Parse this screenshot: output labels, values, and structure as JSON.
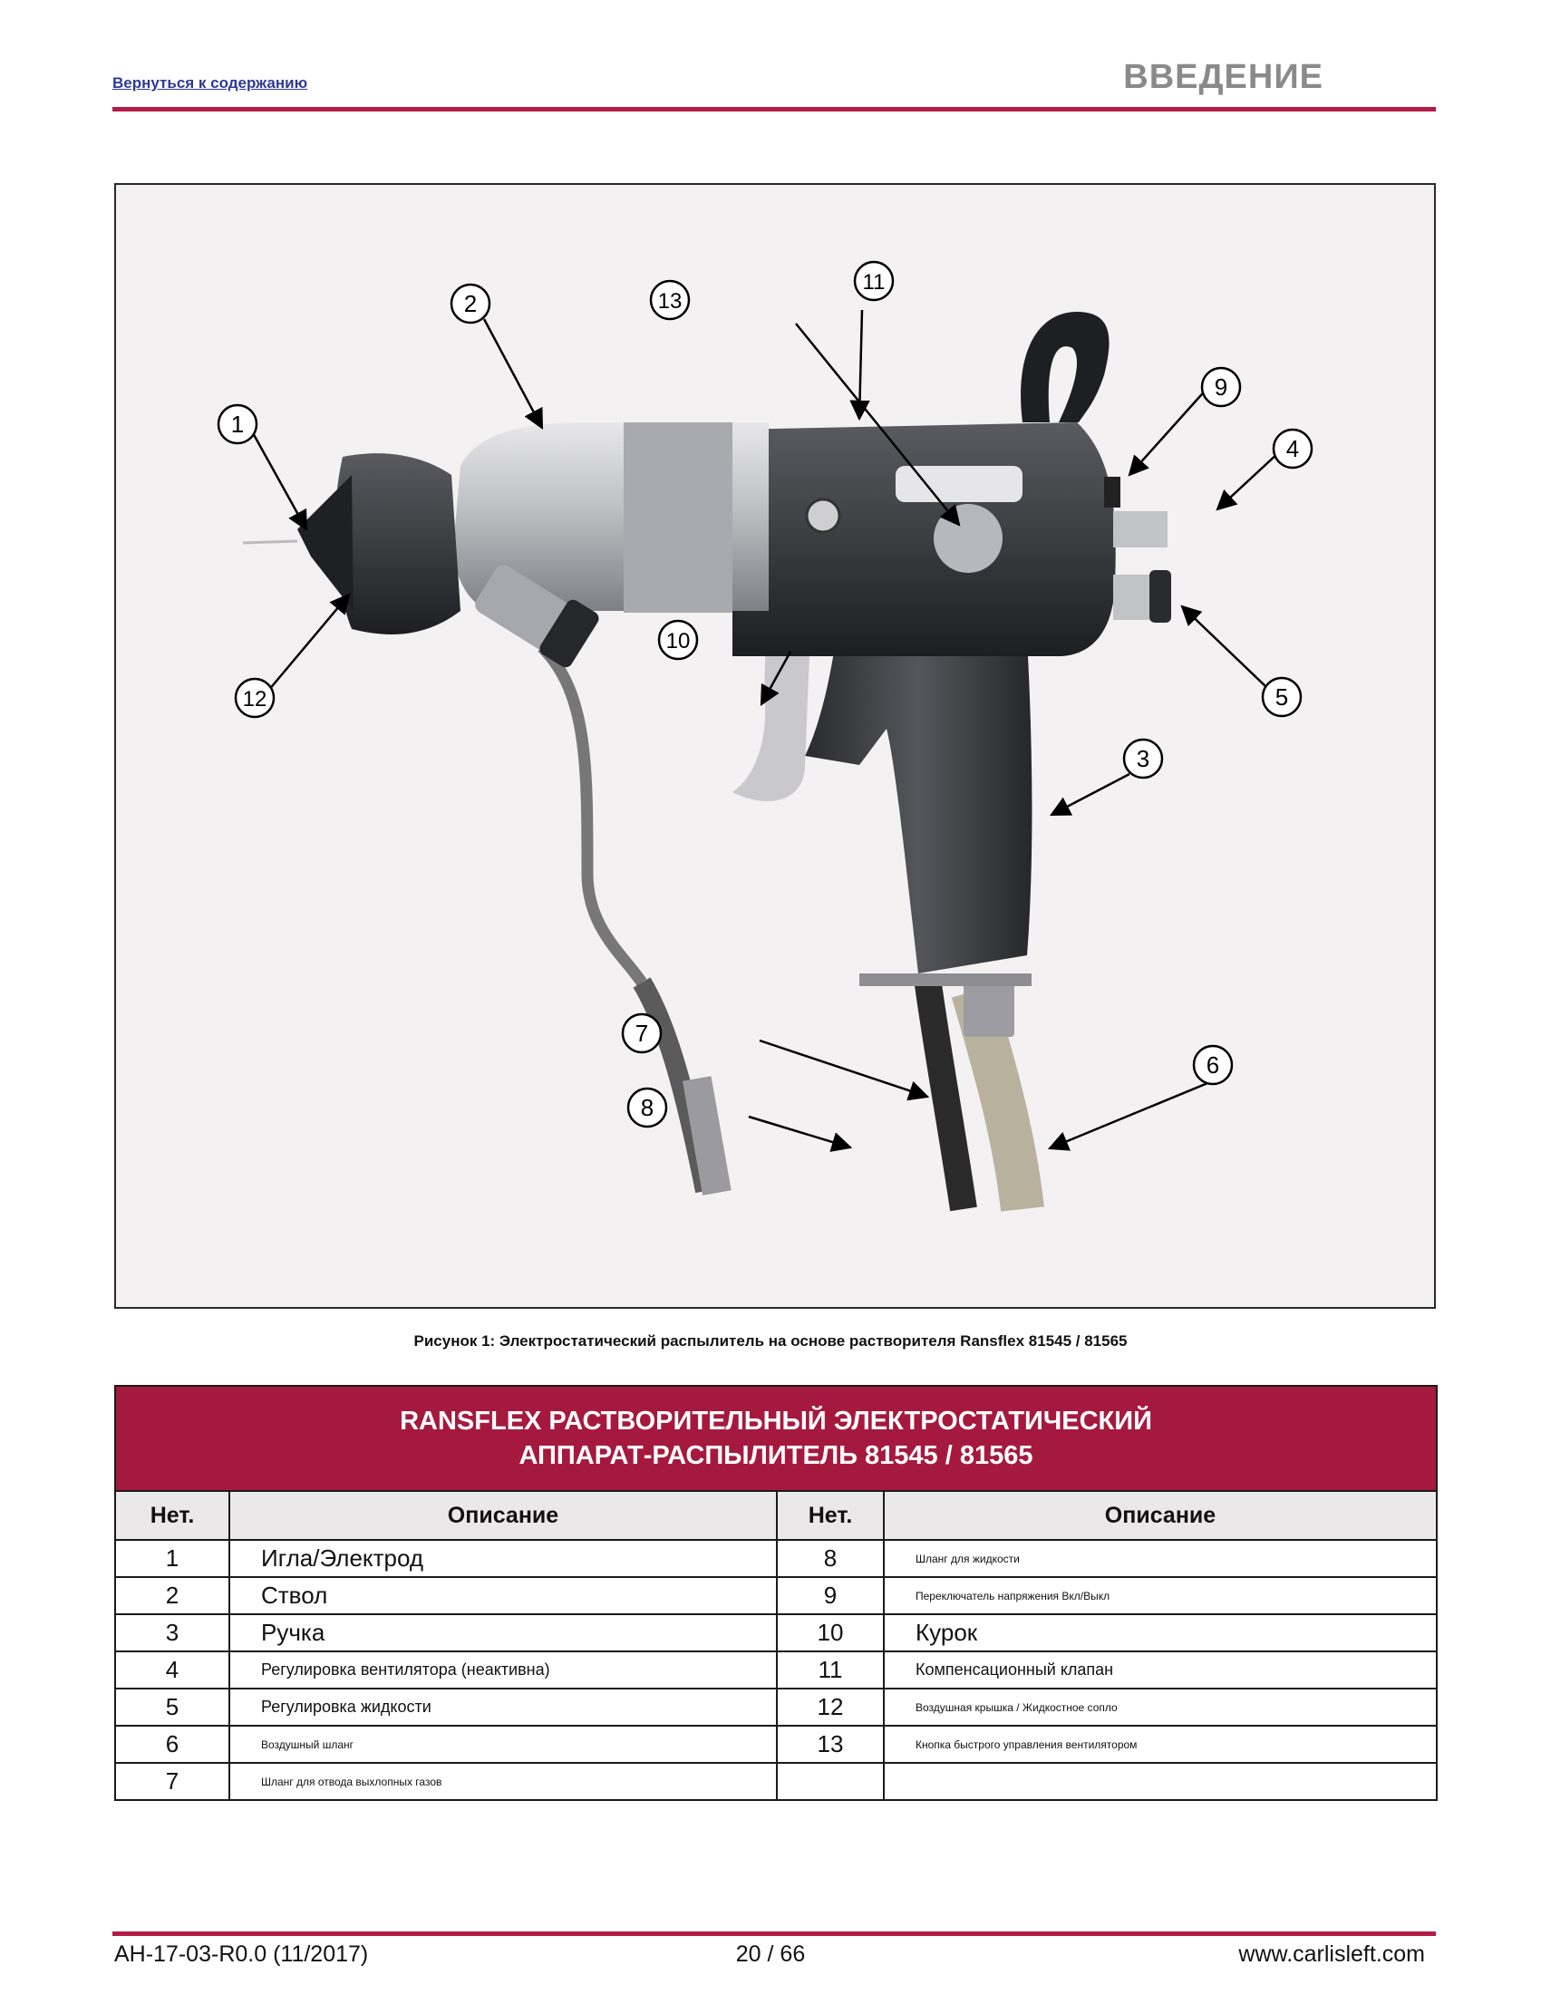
{
  "header": {
    "back_link": "Вернуться к содержанию",
    "section_title": "ВВЕДЕНИЕ"
  },
  "figure": {
    "callouts": [
      "1",
      "2",
      "3",
      "4",
      "5",
      "6",
      "7",
      "8",
      "9",
      "10",
      "11",
      "12",
      "13"
    ],
    "caption": "Рисунок 1: Электростатический распылитель на основе растворителя Ransflex 81545 / 81565"
  },
  "table": {
    "title_line1": "RANSFLEX РАСТВОРИТЕЛЬНЫЙ ЭЛЕКТРОСТАТИЧЕСКИЙ",
    "title_line2": "АППАРАТ-РАСПЫЛИТЕЛЬ 81545 / 81565",
    "col_num": "Нет.",
    "col_desc": "Описание",
    "rows": [
      {
        "n1": "1",
        "d1": "Игла/Электрод",
        "n2": "8",
        "d2": "Шланг для жидкости"
      },
      {
        "n1": "2",
        "d1": "Ствол",
        "n2": "9",
        "d2": "Переключатель напряжения Вкл/Выкл"
      },
      {
        "n1": "3",
        "d1": "Ручка",
        "n2": "10",
        "d2": "Курок"
      },
      {
        "n1": "4",
        "d1": "Регулировка вентилятора (неактивна)",
        "n2": "11",
        "d2": "Компенсационный клапан"
      },
      {
        "n1": "5",
        "d1": "Регулировка жидкости",
        "n2": "12",
        "d2": "Воздушная крышка / Жидкостное сопло"
      },
      {
        "n1": "6",
        "d1": "Воздушный шланг",
        "n2": "13",
        "d2": "Кнопка быстрого управления вентилятором"
      },
      {
        "n1": "7",
        "d1": "Шланг для отвода выхлопных газов",
        "n2": "",
        "d2": ""
      }
    ]
  },
  "footer": {
    "doc_code": "AH-17-03-R0.0 (11/2017)",
    "page": "20 / 66",
    "website": "www.carlisleft.com"
  },
  "colors": {
    "accent": "#b21c47",
    "table_title_bg": "#a6193f",
    "link": "#2e3a96"
  }
}
